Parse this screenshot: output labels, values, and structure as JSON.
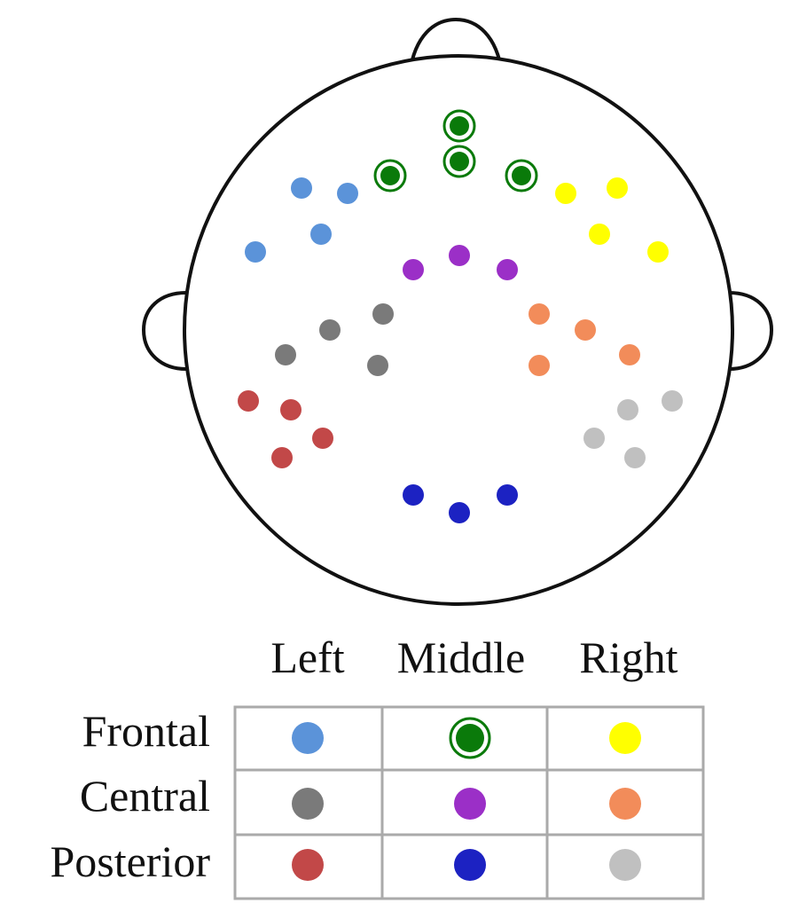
{
  "legend": {
    "columns": [
      "Left",
      "Middle",
      "Right"
    ],
    "rows": [
      "Frontal",
      "Central",
      "Posterior"
    ]
  },
  "colors": {
    "frontal_left": "#5B93D9",
    "frontal_middle": "#0A7A0A",
    "frontal_right": "#FFFF00",
    "central_left": "#7A7A7A",
    "central_middle": "#9B2FC7",
    "central_right": "#F28C5A",
    "posterior_left": "#C24848",
    "posterior_middle": "#1C22C2",
    "posterior_right": "#C0C0C0"
  },
  "electrode_groups": [
    {
      "region": "frontal",
      "side": "left",
      "count": 4
    },
    {
      "region": "frontal",
      "side": "middle",
      "count": 4,
      "ringed": true
    },
    {
      "region": "frontal",
      "side": "right",
      "count": 4
    },
    {
      "region": "central",
      "side": "left",
      "count": 4
    },
    {
      "region": "central",
      "side": "middle",
      "count": 3
    },
    {
      "region": "central",
      "side": "right",
      "count": 4
    },
    {
      "region": "posterior",
      "side": "left",
      "count": 4
    },
    {
      "region": "posterior",
      "side": "middle",
      "count": 3
    },
    {
      "region": "posterior",
      "side": "right",
      "count": 4
    }
  ]
}
